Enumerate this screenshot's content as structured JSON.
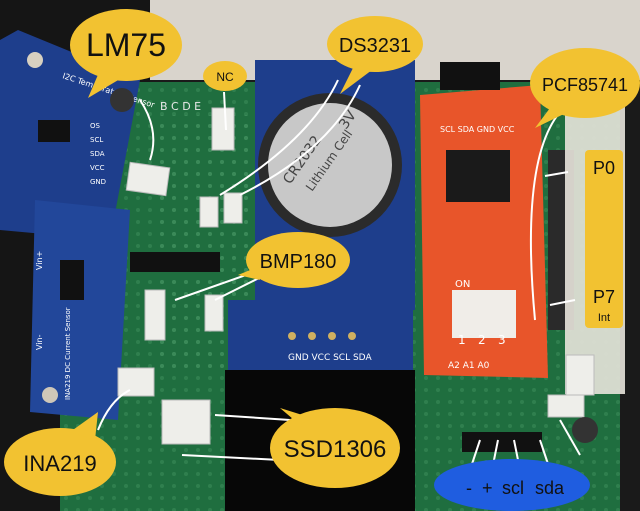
{
  "callouts": {
    "lm75": "LM75",
    "nc": "NC",
    "ds3231": "DS3231",
    "pcf85741": "PCF85741",
    "p0": "P0",
    "p7": "P7",
    "int": "Int",
    "bmp180": "BMP180",
    "ina219": "INA219",
    "ssd1306": "SSD1306"
  },
  "bus_legend": {
    "minus": "-",
    "plus": "+",
    "scl": "scl",
    "sda": "sda"
  },
  "silkscreen": {
    "board_columns": "B C D E",
    "lm75_pins": [
      "OS",
      "SCL",
      "SDA",
      "VCC",
      "GND"
    ],
    "lm75_title": "I2C Temperature Sensor",
    "ina219_pins": [
      "Vin-",
      "Vin+"
    ],
    "ina219_label": "INA219 DC Current Sensor",
    "cr2032_lines": [
      "CR2032",
      "Lithium Cell",
      "3V"
    ],
    "oled_pins": "GND VCC SCL SDA",
    "pcf_header": "SCL SDA GND VCC",
    "dip_on": "ON",
    "dip_numbers": [
      "1",
      "2",
      "3"
    ],
    "addr_pins": "A2 A1 A0"
  },
  "colors": {
    "bubble": "#f2c231",
    "pcb_green": "#1f6e3f",
    "module_blue": "#1e3e8c",
    "module_red": "#e8552a"
  }
}
